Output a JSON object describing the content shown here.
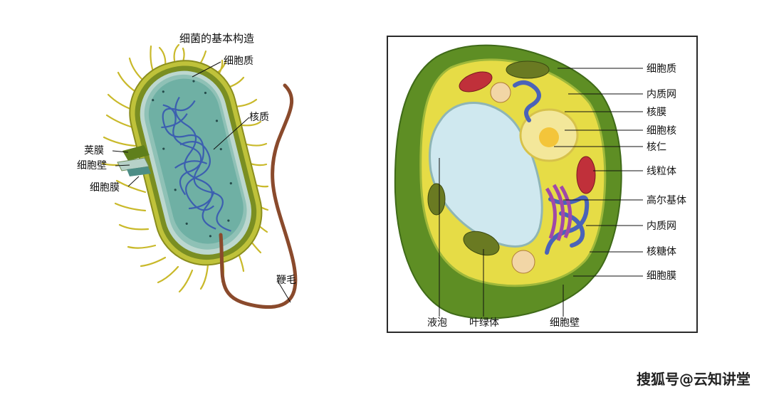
{
  "bacteria": {
    "title": "细菌的基本构造",
    "labels": {
      "cytoplasm": "细胞质",
      "nucleoid": "核质",
      "capsule": "荚膜",
      "cell_wall": "细胞壁",
      "cell_membrane": "细胞膜",
      "flagellum": "鞭毛"
    }
  },
  "plant_cell": {
    "labels": {
      "cytoplasm": "细胞质",
      "er_top": "内质网",
      "nuclear_membrane": "核膜",
      "nucleus": "细胞核",
      "nucleolus": "核仁",
      "mitochondrion": "线粒体",
      "golgi": "高尔基体",
      "er_bottom": "内质网",
      "ribosome": "核糖体",
      "cell_membrane": "细胞膜",
      "vacuole": "液泡",
      "chloroplast": "叶绿体",
      "cell_wall": "细胞壁"
    }
  },
  "watermark": "搜狐号@云知讲堂"
}
